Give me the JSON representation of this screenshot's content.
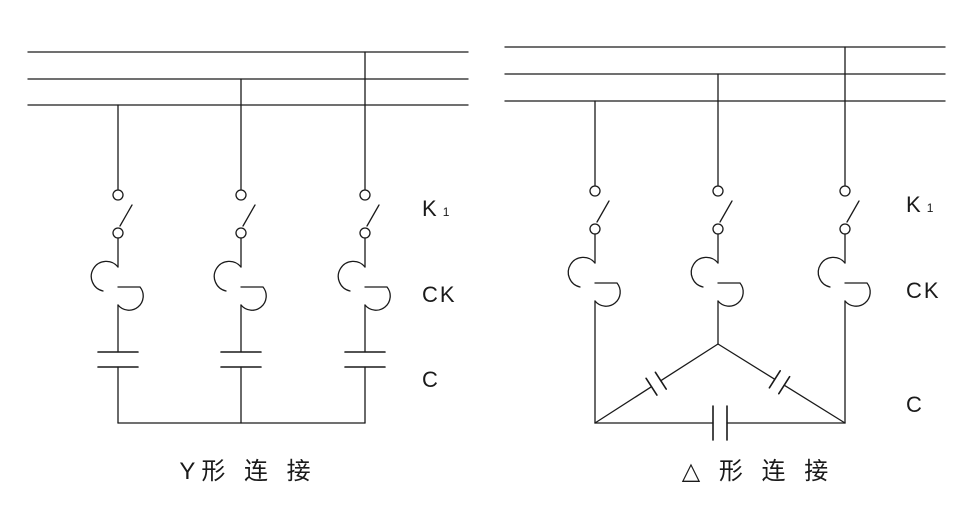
{
  "left": {
    "labels": {
      "k": "K",
      "k_sub": "1",
      "ck": "CK",
      "c": "C"
    },
    "caption": "Y形 连 接"
  },
  "right": {
    "labels": {
      "k": "K",
      "k_sub": "1",
      "ck": "CK",
      "c": "C"
    },
    "caption": "△ 形 连 接"
  }
}
